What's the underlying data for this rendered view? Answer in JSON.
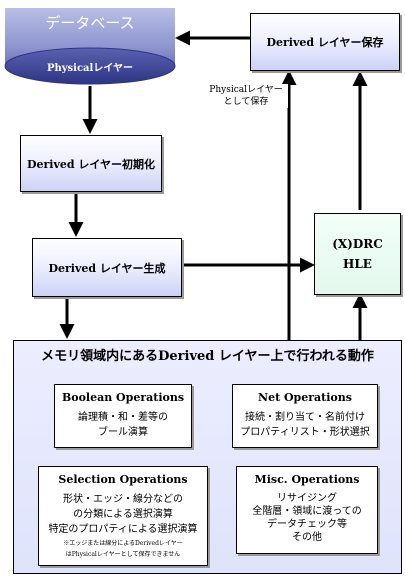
{
  "database": {
    "title": "データベース",
    "layer": "Physicalレイヤー"
  },
  "nodes": {
    "save": "Derived レイヤー保存",
    "init": "Derived レイヤー初期化",
    "generate": "Derived レイヤー生成",
    "drc_line1": "(X)DRC",
    "drc_line2": "HLE"
  },
  "edge_label": {
    "line1": "Physicalレイヤー",
    "line2": "として保存"
  },
  "panel": {
    "title": "メモリ領域内にあるDerived レイヤー上で行われる動作",
    "boolean": {
      "title": "Boolean Operations",
      "lines": [
        "論理積・和・差等の",
        "ブール演算"
      ]
    },
    "net": {
      "title": "Net Operations",
      "lines": [
        "接続・割り当て・名前付け",
        "プロパティリスト・形状選択"
      ]
    },
    "selection": {
      "title": "Selection Operations",
      "lines": [
        "形状・エッジ・線分などの",
        "の分類による選択演算",
        "特定のプロパティによる選択演算"
      ],
      "note1": "※エッジまたは線分によるDerivedレイヤー",
      "note2": "はPhysicalレイヤーとして保存できません"
    },
    "misc": {
      "title": "Misc. Operations",
      "lines": [
        "リサイジング",
        "全階層・領域に渡っての",
        "データチェック等",
        "その他"
      ]
    }
  }
}
